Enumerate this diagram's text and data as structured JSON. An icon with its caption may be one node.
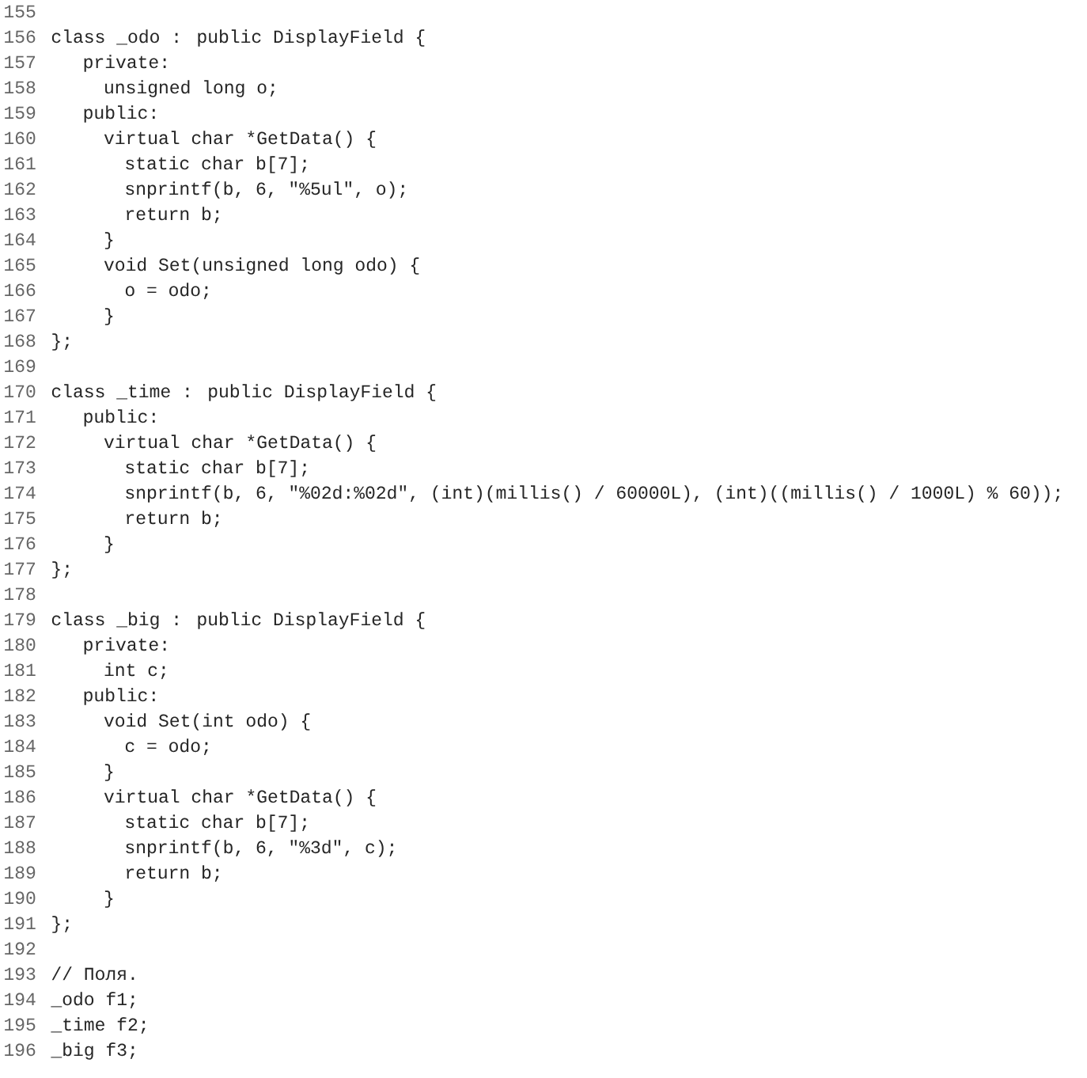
{
  "diagram": {
    "labels": [
      "155",
      "156",
      "class _odo : public DisplayField {",
      "157",
      "  private:",
      "158",
      "    unsigned long o;",
      "159",
      "  public:",
      "160",
      "    virtual char *GetData() {",
      "161",
      "      static char b[7];",
      "162",
      "      snprintf(b, 6, \"%5ul\", o);",
      "163",
      "      return b;",
      "164",
      "    }",
      "165",
      "    void Set(unsigned long odo) {",
      "166",
      "      o = odo;",
      "167",
      "    }",
      "168",
      "};",
      "169",
      "170",
      "class _time : public DisplayField {",
      "171",
      "  public:",
      "172",
      "    virtual char *GetData() {",
      "173",
      "      static char b[7];",
      "174",
      "      snprintf(b, 6, \"%02d:%02d\", (int)(millis() / 60000L), (int)((millis() / 1000L) % 60));",
      "175",
      "      return b;",
      "176",
      "    }",
      "177",
      "};",
      "178",
      "179",
      "class _big : public DisplayField {",
      "180",
      "  private:",
      "181",
      "    int c;",
      "182",
      "  public:",
      "183",
      "    void Set(int odo) {",
      "184",
      "      c = odo;",
      "185",
      "    }",
      "186",
      "    virtual char *GetData() {",
      "187",
      "      static char b[7];",
      "188",
      "      snprintf(b, 6, \"%3d\", c);",
      "189",
      "      return b;",
      "190",
      "    }",
      "191",
      "};",
      "192",
      "193",
      "// Поля.",
      "194",
      "_odo f1;",
      "195",
      "_time f2;",
      "196",
      "_big f3;"
    ]
  }
}
